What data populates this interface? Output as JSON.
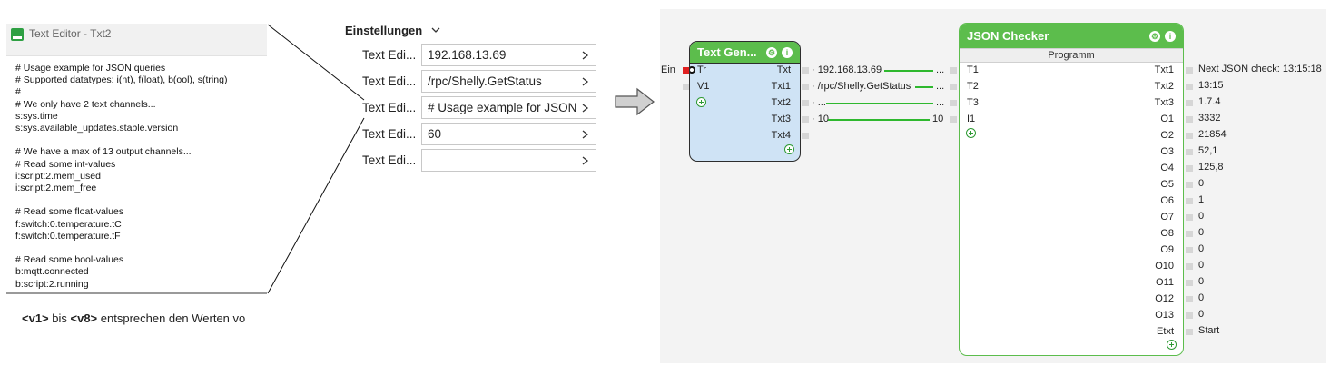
{
  "editor": {
    "title": "Text Editor - Txt2",
    "content": "# Usage example for JSON queries\n# Supported datatypes: i(nt), f(loat), b(ool), s(tring)\n#\n# We only have 2 text channels...\ns:sys.time\ns:sys.available_updates.stable.version\n\n# We have a max of 13 output channels...\n# Read some int-values\ni:script:2.mem_used\ni:script:2.mem_free\n\n# Read some float-values\nf:switch:0.temperature.tC\nf:switch:0.temperature.tF\n\n# Read some bool-values\nb:mqtt.connected\nb:script:2.running",
    "footer_v1": "<v1>",
    "footer_mid": " bis ",
    "footer_v8": "<v8>",
    "footer_rest": " entsprechen den Werten vo"
  },
  "settings": {
    "header": "Einstellungen",
    "rows": [
      {
        "label": "Text Edi...",
        "value": "192.168.13.69"
      },
      {
        "label": "Text Edi...",
        "value": "/rpc/Shelly.GetStatus"
      },
      {
        "label": "Text Edi...",
        "value": "# Usage example for JSON"
      },
      {
        "label": "Text Edi...",
        "value": "60"
      },
      {
        "label": "Text Edi...",
        "value": ""
      }
    ]
  },
  "text_gen": {
    "title": "Text Gen...",
    "inputs": [
      "Tr",
      "V1"
    ],
    "outputs": [
      "Txt",
      "Txt1",
      "Txt2",
      "Txt3",
      "Txt4"
    ],
    "ein_label": "Ein"
  },
  "wires": {
    "txt_value": "192.168.13.69",
    "txt1_value": "/rpc/Shelly.GetStatus",
    "txt2_value": "...",
    "txt3_value": "10",
    "dots": "...",
    "t1_dots": "...",
    "t2_dots": "...",
    "t3_dots": "...",
    "i1_value": "10"
  },
  "json_checker": {
    "title": "JSON Checker",
    "section": "Programm",
    "inputs": [
      "T1",
      "T2",
      "T3",
      "I1"
    ],
    "outputs": [
      {
        "name": "Txt1",
        "value": "Next JSON check: 13:15:18"
      },
      {
        "name": "Txt2",
        "value": "13:15"
      },
      {
        "name": "Txt3",
        "value": "1.7.4"
      },
      {
        "name": "O1",
        "value": "3332"
      },
      {
        "name": "O2",
        "value": "21854"
      },
      {
        "name": "O3",
        "value": "52,1"
      },
      {
        "name": "O4",
        "value": "125,8"
      },
      {
        "name": "O5",
        "value": "0"
      },
      {
        "name": "O6",
        "value": "1"
      },
      {
        "name": "O7",
        "value": "0"
      },
      {
        "name": "O8",
        "value": "0"
      },
      {
        "name": "O9",
        "value": "0"
      },
      {
        "name": "O10",
        "value": "0"
      },
      {
        "name": "O11",
        "value": "0"
      },
      {
        "name": "O12",
        "value": "0"
      },
      {
        "name": "O13",
        "value": "0"
      },
      {
        "name": "Etxt",
        "value": "Start"
      }
    ]
  },
  "colors": {
    "block_header": "#5cbd4c",
    "wire": "#2eb82e",
    "text_gen_body": "#cfe3f5",
    "canvas": "#f3f3f3",
    "trigger": "#e02020"
  },
  "icons": {
    "settings": "gear-icon",
    "info": "info-icon",
    "add": "plus-circle-icon",
    "expand": "chevron-down-icon",
    "arrow": "right-arrow-icon"
  }
}
